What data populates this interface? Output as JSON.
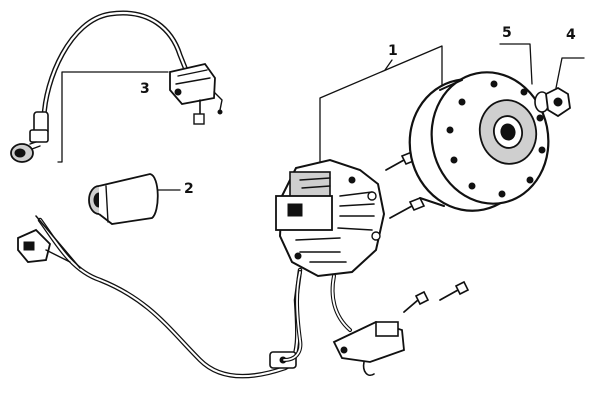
{
  "callouts": {
    "part1": "1",
    "part2": "2",
    "part3": "3",
    "part4": "4",
    "part5": "5"
  },
  "colors": {
    "ink": "#111111",
    "paper": "#ffffff"
  }
}
